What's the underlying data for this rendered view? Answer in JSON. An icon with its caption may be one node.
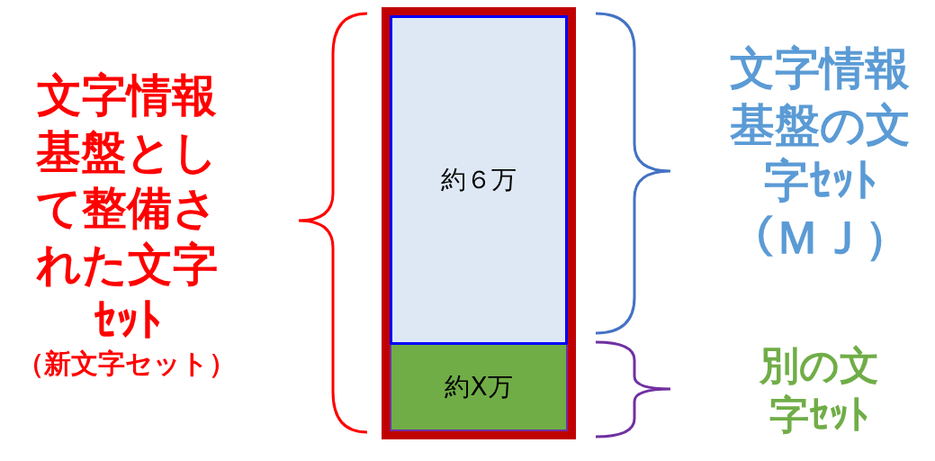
{
  "diagram": {
    "nodes": [
      {
        "text": [],
        "shape": "box"
      },
      {
        "text": [
          "約６万"
        ],
        "in": 0
      },
      {
        "text": [
          "約X万"
        ],
        "in": 0
      }
    ],
    "labels": [
      "文字情報基盤として整備された文字ｾｯﾄ",
      "（新文字セット）",
      "文字情報基盤の文字ｾｯﾄ（ＭＪ）",
      "別の文字ｾｯﾄ"
    ]
  }
}
